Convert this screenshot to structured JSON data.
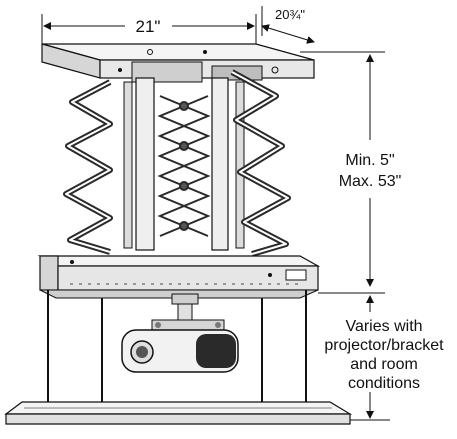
{
  "dimensions": {
    "width": "21\"",
    "depth": "20¾\"",
    "travel_min": "Min. 5\"",
    "travel_max": "Max. 53\"",
    "varies_line1": "Varies with",
    "varies_line2": "projector/bracket",
    "varies_line3": "and room",
    "varies_line4": "conditions"
  },
  "colors": {
    "ink": "#111111",
    "metal_light": "#f4f4f4",
    "metal_mid": "#d6d6d6",
    "metal_dark": "#9a9a9a",
    "scissor": "#2a2a2a"
  }
}
